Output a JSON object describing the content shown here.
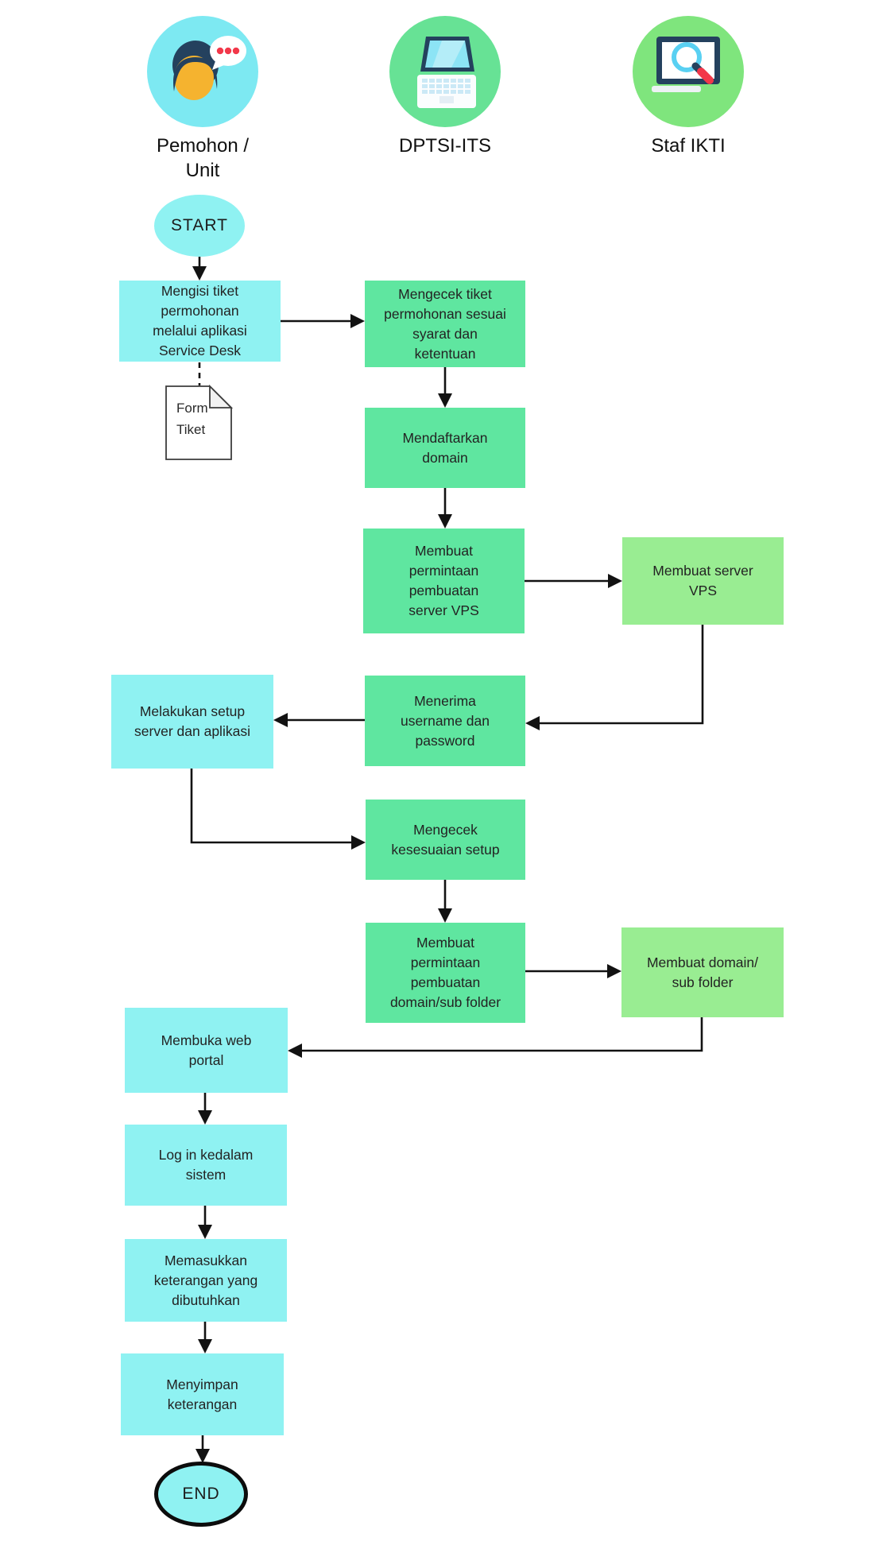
{
  "diagram_type": "flowchart-swimlane",
  "actors": [
    {
      "name": "pemohon-unit",
      "label": [
        "Pemohon /",
        "Unit"
      ],
      "icon": "person-chat-icon"
    },
    {
      "name": "dptsi-its",
      "label": [
        "DPTSI-ITS"
      ],
      "icon": "laptop-icon"
    },
    {
      "name": "staf-ikti",
      "label": [
        "Staf IKTI"
      ],
      "icon": "monitor-search-icon"
    }
  ],
  "flow": {
    "start": "START",
    "end": "END",
    "steps": {
      "mengisi_tiket": [
        "Mengisi tiket",
        "permohonan",
        "melalui aplikasi",
        "Service Desk"
      ],
      "mengecek_tiket": [
        "Mengecek tiket",
        "permohonan sesuai",
        "syarat dan",
        "ketentuan"
      ],
      "mendaftarkan_domain": [
        "Mendaftarkan",
        "domain"
      ],
      "membuat_permintaan_server": [
        "Membuat",
        "permintaan",
        "pembuatan",
        "server VPS"
      ],
      "membuat_server_vps": [
        "Membuat server",
        "VPS"
      ],
      "menerima_username": [
        "Menerima",
        "username dan",
        "password"
      ],
      "melakukan_setup": [
        "Melakukan setup",
        "server dan aplikasi"
      ],
      "mengecek_setup": [
        "Mengecek",
        "kesesuaian setup"
      ],
      "membuat_permintaan_domain": [
        "Membuat",
        "permintaan",
        "pembuatan",
        "domain/sub folder"
      ],
      "membuat_domain": [
        "Membuat domain/",
        "sub folder"
      ],
      "membuka_web": [
        "Membuka web",
        "portal"
      ],
      "login_sistem": [
        "Log in kedalam",
        "sistem"
      ],
      "memasukkan_keterangan": [
        "Memasukkan",
        "keterangan yang",
        "dibutuhkan"
      ],
      "menyimpan_keterangan": [
        "Menyimpan",
        "keterangan"
      ]
    },
    "artifact": {
      "form_tiket": [
        "Form",
        "Tiket"
      ]
    }
  },
  "colors": {
    "cyan_box": "#8FF2F2",
    "green_box": "#5FE6A0",
    "lightgreen_box": "#99ED92",
    "pemohon_circle": "#7DE9F2",
    "dptsi_circle": "#67E295",
    "staf_circle": "#7FE57D",
    "line": "#121212",
    "red_accent": "#F2384A",
    "navy_icon": "#24415E",
    "face_yellow": "#F5B32F"
  }
}
